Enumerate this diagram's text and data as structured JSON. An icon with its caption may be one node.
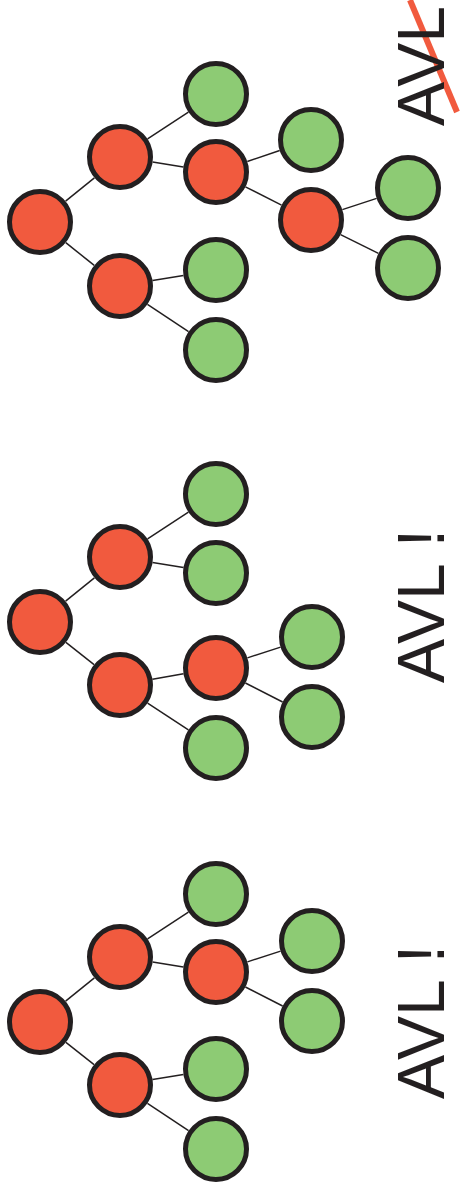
{
  "diagram": {
    "nodes": [
      {
        "text": [],
        "shape": "circle"
      },
      {
        "text": [],
        "shape": "circle"
      },
      {
        "text": [],
        "shape": "circle"
      },
      {
        "text": [],
        "shape": "circle"
      },
      {
        "text": [],
        "shape": "circle"
      },
      {
        "text": [],
        "shape": "circle"
      },
      {
        "text": [],
        "shape": "circle"
      },
      {
        "text": [],
        "shape": "circle"
      },
      {
        "text": [],
        "shape": "circle"
      },
      {
        "text": [],
        "shape": "circle"
      },
      {
        "text": [],
        "shape": "circle"
      },
      {
        "text": [],
        "shape": "circle"
      },
      {
        "text": [],
        "shape": "circle"
      },
      {
        "text": [],
        "shape": "circle"
      },
      {
        "text": [],
        "shape": "circle"
      },
      {
        "text": [],
        "shape": "circle"
      },
      {
        "text": [],
        "shape": "circle"
      },
      {
        "text": [],
        "shape": "circle"
      },
      {
        "text": [],
        "shape": "circle"
      },
      {
        "text": [],
        "shape": "circle"
      },
      {
        "text": [],
        "shape": "circle"
      },
      {
        "text": [],
        "shape": "circle"
      },
      {
        "text": [],
        "shape": "circle"
      },
      {
        "text": [],
        "shape": "circle"
      },
      {
        "text": [],
        "shape": "circle"
      },
      {
        "text": [],
        "shape": "circle"
      },
      {
        "text": [],
        "shape": "circle"
      },
      {
        "text": [],
        "shape": "circle"
      },
      {
        "text": [],
        "shape": "circle"
      }
    ],
    "edges": [
      {
        "from": 0,
        "to": 1,
        "arrow": "none"
      },
      {
        "from": 1,
        "to": 2,
        "arrow": "none"
      },
      {
        "from": 1,
        "to": 3,
        "arrow": "none"
      },
      {
        "from": 3,
        "to": 4,
        "arrow": "none"
      },
      {
        "from": 3,
        "to": 5,
        "arrow": "none"
      },
      {
        "from": 5,
        "to": 6,
        "arrow": "none"
      },
      {
        "from": 5,
        "to": 7,
        "arrow": "none"
      },
      {
        "from": 0,
        "to": 8,
        "arrow": "none"
      },
      {
        "from": 8,
        "to": 9,
        "arrow": "none"
      },
      {
        "from": 8,
        "to": 10,
        "arrow": "none"
      },
      {
        "from": 11,
        "to": 12,
        "arrow": "none"
      },
      {
        "from": 12,
        "to": 13,
        "arrow": "none"
      },
      {
        "from": 12,
        "to": 14,
        "arrow": "none"
      },
      {
        "from": 11,
        "to": 15,
        "arrow": "none"
      },
      {
        "from": 15,
        "to": 16,
        "arrow": "none"
      },
      {
        "from": 16,
        "to": 17,
        "arrow": "none"
      },
      {
        "from": 16,
        "to": 18,
        "arrow": "none"
      },
      {
        "from": 15,
        "to": 19,
        "arrow": "none"
      },
      {
        "from": 20,
        "to": 21,
        "arrow": "none"
      },
      {
        "from": 21,
        "to": 22,
        "arrow": "none"
      },
      {
        "from": 21,
        "to": 23,
        "arrow": "none"
      },
      {
        "from": 23,
        "to": 24,
        "arrow": "none"
      },
      {
        "from": 23,
        "to": 25,
        "arrow": "none"
      },
      {
        "from": 20,
        "to": 26,
        "arrow": "none"
      },
      {
        "from": 26,
        "to": 27,
        "arrow": "none"
      },
      {
        "from": 26,
        "to": 28,
        "arrow": "none"
      }
    ],
    "labels": [
      "AVL",
      "AVL !",
      "AVL !"
    ]
  }
}
